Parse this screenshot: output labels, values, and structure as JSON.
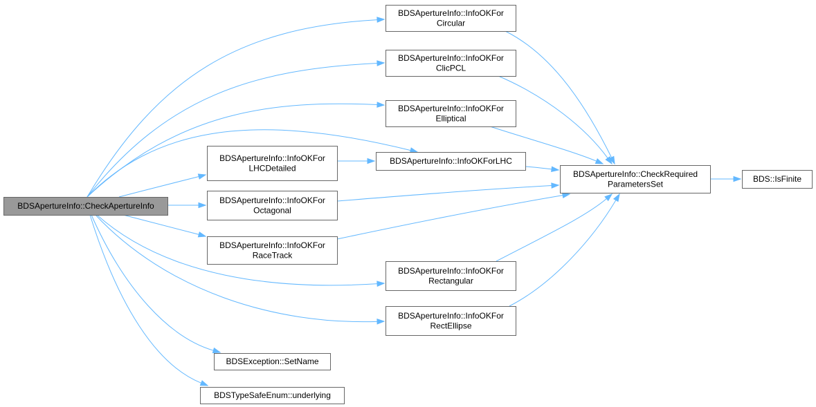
{
  "diagram": {
    "kind": "call-graph",
    "colors": {
      "edge": "#63b8ff",
      "node_border": "#666666",
      "node_fill": "#ffffff",
      "root_fill": "#999999",
      "text": "#000000"
    },
    "nodes": [
      {
        "id": "check_aperture_info",
        "lines": [
          "BDSApertureInfo::CheckApertureInfo"
        ],
        "root": true
      },
      {
        "id": "info_ok_circular",
        "lines": [
          "BDSApertureInfo::InfoOKFor",
          "Circular"
        ]
      },
      {
        "id": "info_ok_clicpcl",
        "lines": [
          "BDSApertureInfo::InfoOKFor",
          "ClicPCL"
        ]
      },
      {
        "id": "info_ok_elliptical",
        "lines": [
          "BDSApertureInfo::InfoOKFor",
          "Elliptical"
        ]
      },
      {
        "id": "info_ok_lhcdetailed",
        "lines": [
          "BDSApertureInfo::InfoOKFor",
          "LHCDetailed"
        ]
      },
      {
        "id": "info_ok_lhc",
        "lines": [
          "BDSApertureInfo::InfoOKForLHC"
        ]
      },
      {
        "id": "info_ok_octagonal",
        "lines": [
          "BDSApertureInfo::InfoOKFor",
          "Octagonal"
        ]
      },
      {
        "id": "info_ok_racetrack",
        "lines": [
          "BDSApertureInfo::InfoOKFor",
          "RaceTrack"
        ]
      },
      {
        "id": "info_ok_rectangular",
        "lines": [
          "BDSApertureInfo::InfoOKFor",
          "Rectangular"
        ]
      },
      {
        "id": "info_ok_rectellipse",
        "lines": [
          "BDSApertureInfo::InfoOKFor",
          "RectEllipse"
        ]
      },
      {
        "id": "check_required_parameters_set",
        "lines": [
          "BDSApertureInfo::CheckRequired",
          "ParametersSet"
        ]
      },
      {
        "id": "bds_is_finite",
        "lines": [
          "BDS::IsFinite"
        ]
      },
      {
        "id": "exception_set_name",
        "lines": [
          "BDSException::SetName"
        ]
      },
      {
        "id": "typesafe_underlying",
        "lines": [
          "BDSTypeSafeEnum::underlying"
        ]
      }
    ],
    "edges": [
      {
        "from": "check_aperture_info",
        "to": "info_ok_circular"
      },
      {
        "from": "check_aperture_info",
        "to": "info_ok_clicpcl"
      },
      {
        "from": "check_aperture_info",
        "to": "info_ok_elliptical"
      },
      {
        "from": "check_aperture_info",
        "to": "info_ok_lhc"
      },
      {
        "from": "check_aperture_info",
        "to": "info_ok_lhcdetailed"
      },
      {
        "from": "check_aperture_info",
        "to": "info_ok_octagonal"
      },
      {
        "from": "check_aperture_info",
        "to": "info_ok_racetrack"
      },
      {
        "from": "check_aperture_info",
        "to": "info_ok_rectangular"
      },
      {
        "from": "check_aperture_info",
        "to": "info_ok_rectellipse"
      },
      {
        "from": "check_aperture_info",
        "to": "exception_set_name"
      },
      {
        "from": "check_aperture_info",
        "to": "typesafe_underlying"
      },
      {
        "from": "info_ok_lhcdetailed",
        "to": "info_ok_lhc"
      },
      {
        "from": "info_ok_circular",
        "to": "check_required_parameters_set"
      },
      {
        "from": "info_ok_clicpcl",
        "to": "check_required_parameters_set"
      },
      {
        "from": "info_ok_elliptical",
        "to": "check_required_parameters_set"
      },
      {
        "from": "info_ok_lhc",
        "to": "check_required_parameters_set"
      },
      {
        "from": "info_ok_octagonal",
        "to": "check_required_parameters_set"
      },
      {
        "from": "info_ok_racetrack",
        "to": "check_required_parameters_set"
      },
      {
        "from": "info_ok_rectangular",
        "to": "check_required_parameters_set"
      },
      {
        "from": "info_ok_rectellipse",
        "to": "check_required_parameters_set"
      },
      {
        "from": "check_required_parameters_set",
        "to": "bds_is_finite"
      }
    ]
  }
}
